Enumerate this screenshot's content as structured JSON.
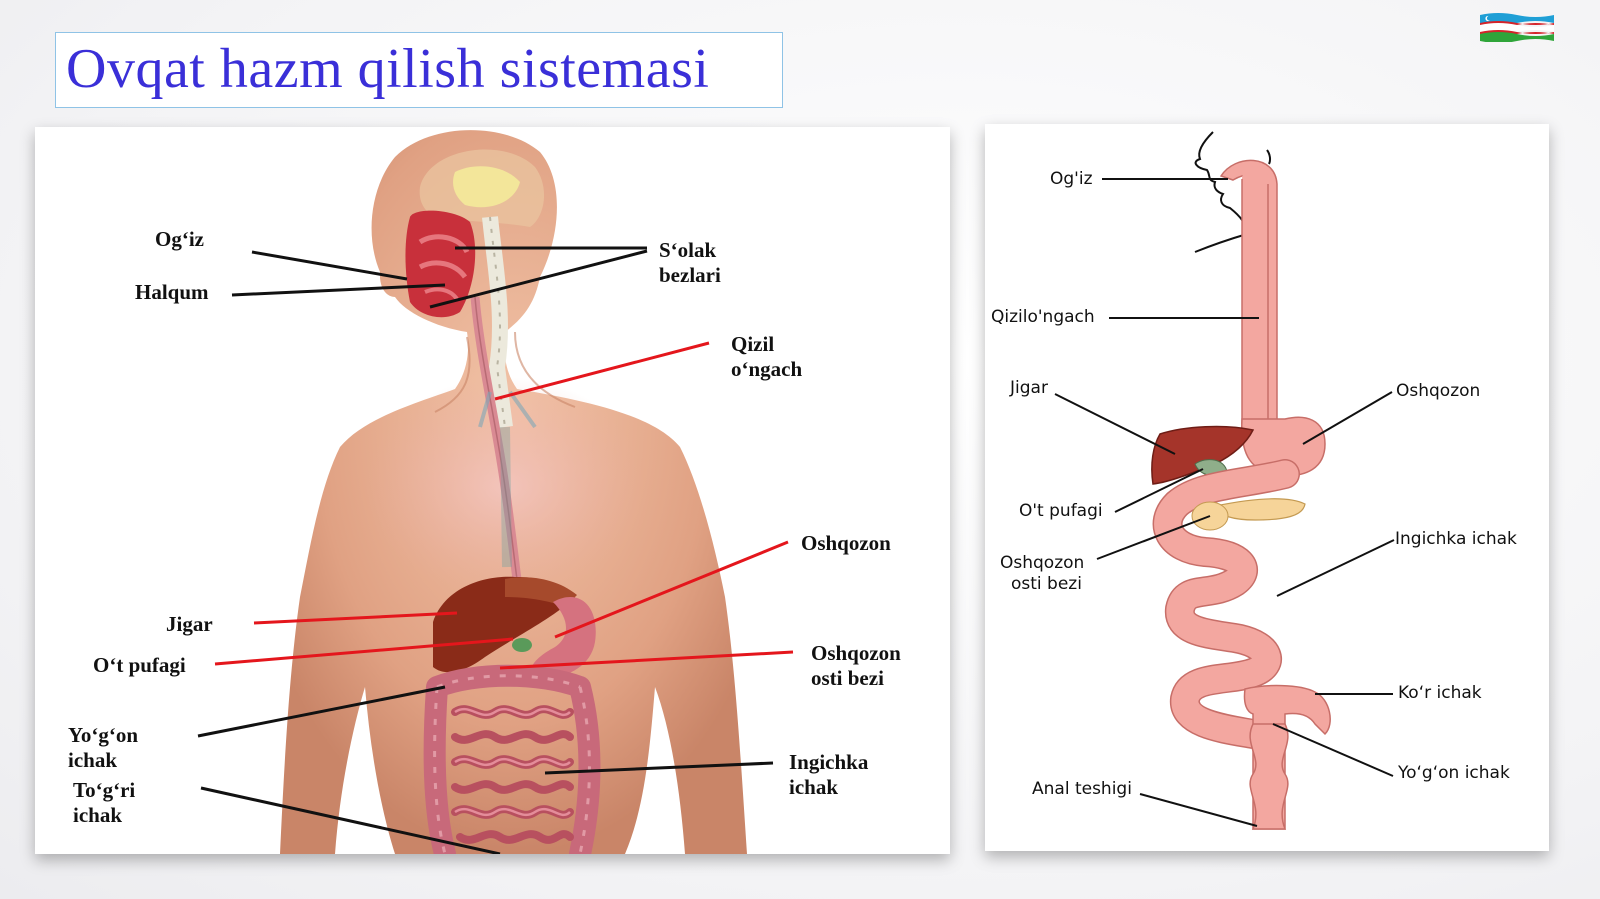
{
  "slide": {
    "title": "Ovqat hazm qilish sistemasi",
    "title_color": "#3a2fd8"
  },
  "left_diagram": {
    "labels": {
      "ogiz": "Og‘iz",
      "halqum": "Halqum",
      "solak_1": "S‘olak",
      "solak_2": "bezlari",
      "qizil_1": "Qizil",
      "qizil_2": "o‘ngach",
      "oshqozon": "Oshqozon",
      "jigar": "Jigar",
      "ot_pufagi": "O‘t pufagi",
      "osti_1": "Oshqozon",
      "osti_2": "osti bezi",
      "yogon_1": "Yo‘g‘on",
      "yogon_2": "ichak",
      "togri_1": "To‘g‘ri",
      "togri_2": "ichak",
      "ingichka_1": "Ingichka",
      "ingichka_2": "ichak"
    }
  },
  "right_diagram": {
    "labels": {
      "ogiz": "Og'iz",
      "qiziongach": "Qizilo'ngach",
      "jigar": "Jigar",
      "oshqozon": "Oshqozon",
      "ot_pufagi": "O't pufagi",
      "osti_1": "Oshqozon",
      "osti_2": "osti bezi",
      "ingichka": "Ingichka ichak",
      "kor": "Ko‘r ichak",
      "yogon": "Yo‘g‘on ichak",
      "anal": "Anal teshigi"
    }
  },
  "colors": {
    "pointer_red": "#e4161c",
    "pointer_black": "#111111",
    "tract_pink": "#f3a7a0",
    "liver": "#a5342a"
  }
}
